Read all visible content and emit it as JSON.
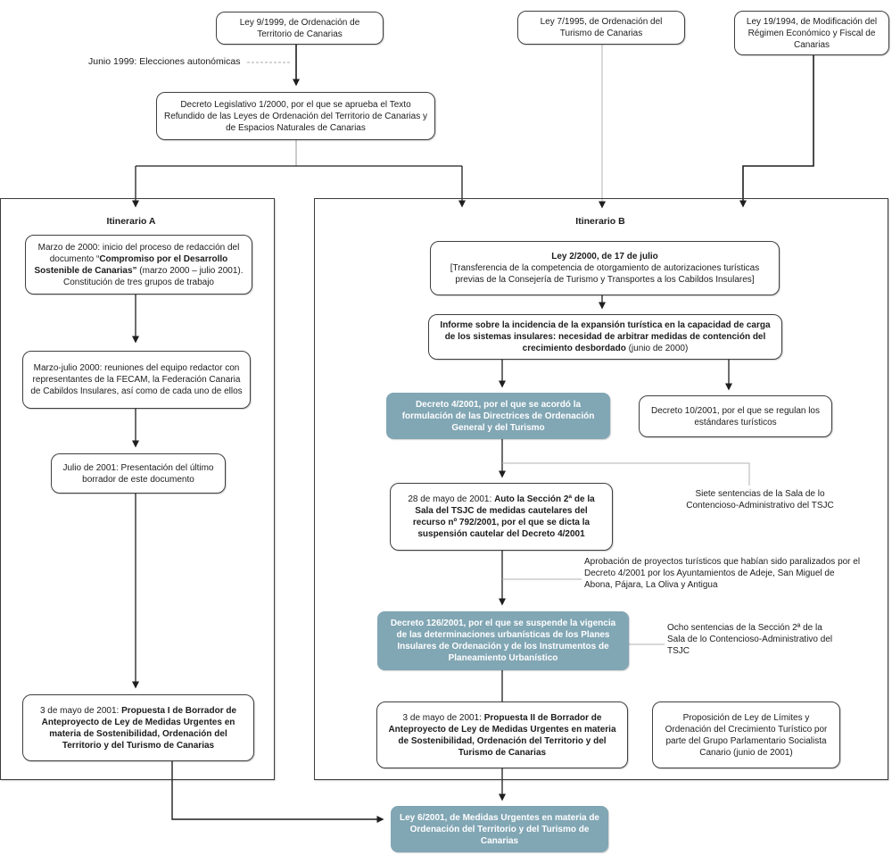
{
  "diagram": {
    "colors": {
      "teal_fill": "#81A6B4",
      "teal_text": "#ffffff",
      "box_border": "#3f3f3f",
      "line": "#1f1f1f",
      "gray_line": "#b0b0b0"
    },
    "top": {
      "ley9": "Ley 9/1999, de Ordenación de Territorio de Canarias",
      "ley7": "Ley 7/1995, de Ordenación del Turismo de Canarias",
      "ley19": "Ley 19/1994, de Modificación del Régimen Económico y Fiscal de Canarias",
      "junio_note": "Junio 1999: Elecciones autonómicas",
      "decreto_legislativo": "Decreto Legislativo 1/2000, por el que se aprueba el Texto Refundido de las Leyes de Ordenación del Territorio de Canarias y de Espacios Naturales de Canarias"
    },
    "itinerario_a": {
      "label": "Itinerario A",
      "marzo2000": {
        "pre": "Marzo de 2000: inicio del proceso de redacción del documento “",
        "bold": "Compromiso por el Desarrollo Sostenible de Canarias”",
        "post": " (marzo 2000 – julio 2001). Constitución de tres grupos de trabajo"
      },
      "marzo_julio2000": "Marzo-julio 2000: reuniones del equipo redactor con representantes de la FECAM, la Federación Canaria de Cabildos Insulares, así como de cada uno de ellos",
      "julio2001": "Julio de 2001: Presentación del último borrador de este documento",
      "propuesta1": {
        "pre": "3 de mayo de 2001: ",
        "bold": "Propuesta I de Borrador de Anteproyecto de Ley de Medidas Urgentes en materia de Sostenibilidad, Ordenación del Territorio y del Turismo de Canarias"
      }
    },
    "itinerario_b": {
      "label": "Itinerario B",
      "ley2_2000": {
        "title": "Ley 2/2000, de 17 de julio",
        "body": "[Transferencia de la competencia de otorgamiento de autorizaciones turísticas previas de la Consejería de Turismo y Transportes a los Cabildos Insulares]"
      },
      "informe": {
        "bold": "Informe sobre la incidencia de la expansión turística en la capacidad de carga de los sistemas insulares: necesidad de arbitrar medidas de contención del crecimiento desbordado",
        "post": " (junio de 2000)"
      },
      "decreto4": "Decreto 4/2001, por el que se acordó la formulación de las Directrices de Ordenación General y del Turismo",
      "decreto10": "Decreto 10/2001, por el que se regulan los estándares turísticos",
      "auto_tsjc": {
        "pre": "28 de mayo de 2001: ",
        "bold": "Auto la Sección 2ª de la Sala del TSJC de medidas cautelares del recurso nº 792/2001, por el que se dicta la suspensión cautelar del Decreto 4/2001"
      },
      "siete_sentencias": "Siete sentencias de la Sala de lo Contencioso-Administrativo del TSJC",
      "aprobacion": "Aprobación de proyectos turísticos que habían sido paralizados por el Decreto 4/2001 por los Ayuntamientos de Adeje, San Miguel de Abona, Pájara, La Oliva y Antigua",
      "decreto126": "Decreto 126/2001, por el que se suspende la vigencia de las determinaciones urbanísticas de los Planes Insulares de Ordenación y de los Instrumentos de Planeamiento Urbanístico",
      "ocho_sentencias": "Ocho sentencias de la Sección 2ª de la Sala de lo Contencioso-Administrativo del TSJC",
      "propuesta2": {
        "pre": "3 de mayo de 2001: ",
        "bold": "Propuesta II de Borrador de Anteproyecto de Ley de Medidas Urgentes en materia de Sostenibilidad, Ordenación del Territorio y del Turismo de Canarias"
      },
      "proposicion": "Proposición de Ley de Límites y Ordenación del Crecimiento Turístico por parte del Grupo Parlamentario Socialista Canario (junio de 2001)"
    },
    "resultado": {
      "ley6": "Ley 6/2001, de Medidas Urgentes en materia de Ordenación del Territorio y del Turismo de Canarias"
    }
  }
}
